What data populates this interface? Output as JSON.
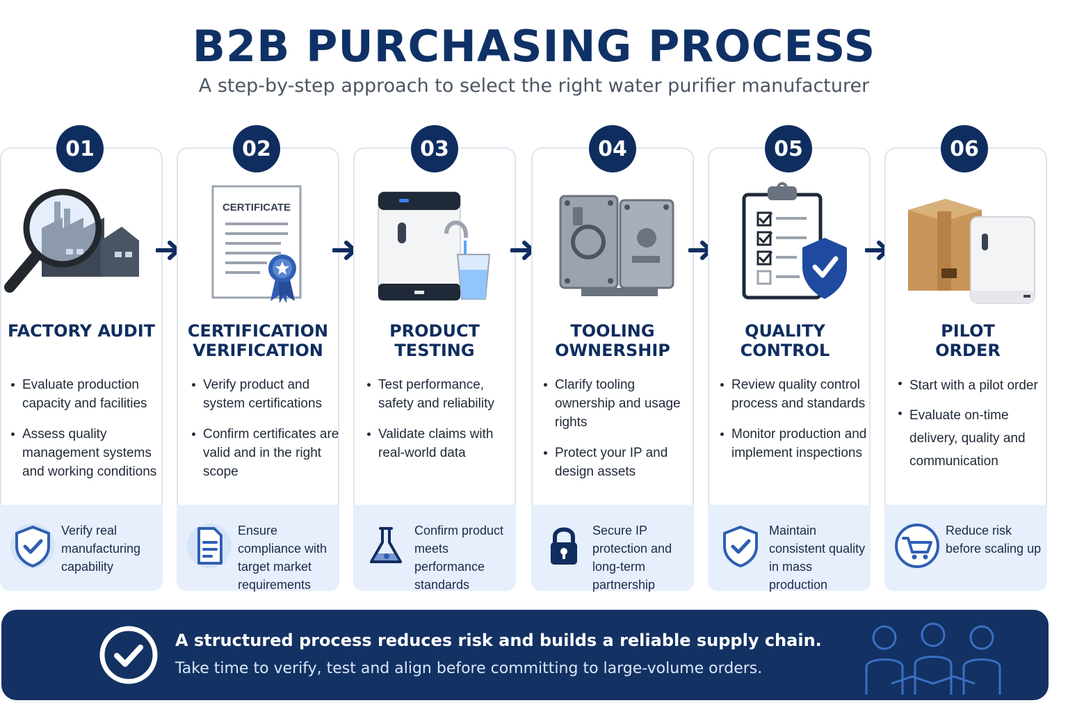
{
  "header": {
    "title": "B2B PURCHASING PROCESS",
    "subtitle": "A step-by-step approach to select the right water purifier manufacturer"
  },
  "steps": [
    {
      "number": "01",
      "heading": [
        "FACTORY AUDIT",
        ""
      ],
      "illustration": "magnifier-factory-icon",
      "bullets": [
        "Evaluate production capacity and facilities",
        "Assess quality management systems and working conditions"
      ],
      "benefit": "Verify real manufacturing capability",
      "benefit_icon": "shield-check-icon"
    },
    {
      "number": "02",
      "heading": [
        "CERTIFICATION",
        "VERIFICATION"
      ],
      "illustration": "certificate-icon",
      "illustration_text": "CERTIFICATE",
      "bullets": [
        "Verify product and system certifications",
        "Confirm certificates are valid and in the right scope"
      ],
      "benefit": "Ensure compliance with target market requirements",
      "benefit_icon": "document-icon"
    },
    {
      "number": "03",
      "heading": [
        "PRODUCT",
        "TESTING"
      ],
      "illustration": "water-purifier-glass-icon",
      "bullets": [
        "Test performance, safety and reliability",
        "Validate claims with real-world data"
      ],
      "benefit": "Confirm product meets performance standards",
      "benefit_icon": "flask-icon"
    },
    {
      "number": "04",
      "heading": [
        "TOOLING",
        "OWNERSHIP"
      ],
      "illustration": "mold-tooling-icon",
      "bullets": [
        "Clarify tooling ownership and usage rights",
        "Protect your IP and design assets"
      ],
      "benefit": "Secure IP protection and long-term partnership",
      "benefit_icon": "padlock-icon"
    },
    {
      "number": "05",
      "heading": [
        "QUALITY",
        "CONTROL"
      ],
      "illustration": "clipboard-shield-icon",
      "bullets": [
        "Review quality control process and standards",
        "Monitor production and implement inspections"
      ],
      "benefit": "Maintain consistent quality in mass production",
      "benefit_icon": "shield-check-icon"
    },
    {
      "number": "06",
      "heading": [
        "PILOT",
        "ORDER"
      ],
      "illustration": "box-purifier-icon",
      "bullets": [
        "Start with a pilot order",
        "Evaluate on-time delivery, quality and communication"
      ],
      "benefit": "Reduce risk before scaling up",
      "benefit_icon": "cart-icon"
    }
  ],
  "banner": {
    "headline": "A structured process reduces risk and builds a reliable supply chain.",
    "subline": "Take time to verify, test and align before committing to large-volume orders.",
    "icon": "check-circle-icon",
    "illustration": "handshake-people-icon"
  },
  "colors": {
    "navy": "#0f2d5f",
    "accent_blue": "#2f5fb3",
    "benefit_bg": "#e6effb"
  }
}
